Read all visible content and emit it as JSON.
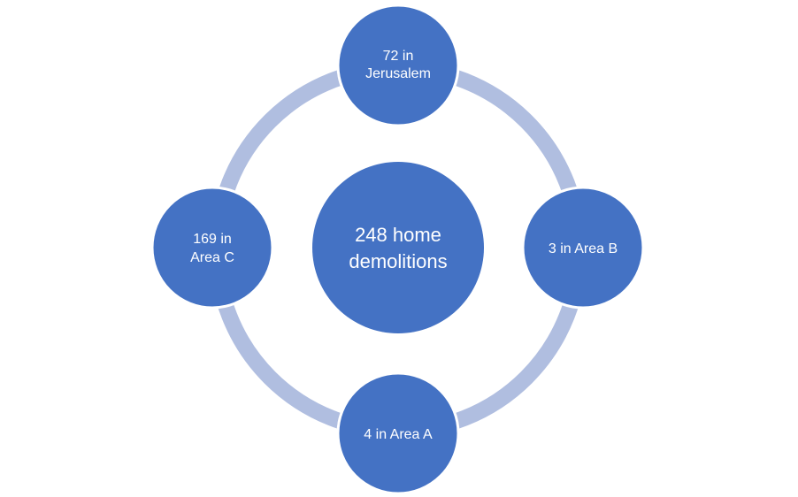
{
  "center": {
    "line1": "248 home",
    "line2": "demolitions"
  },
  "nodes": {
    "top": {
      "line1": "72 in",
      "line2": "Jerusalem"
    },
    "right": {
      "line1": "3 in Area B"
    },
    "bottom": {
      "line1": "4 in Area A"
    },
    "left": {
      "line1": "169 in",
      "line2": "Area C"
    }
  },
  "colors": {
    "node": "#4472C4",
    "ring": "#B0BEE0",
    "text": "#FFFFFF"
  }
}
